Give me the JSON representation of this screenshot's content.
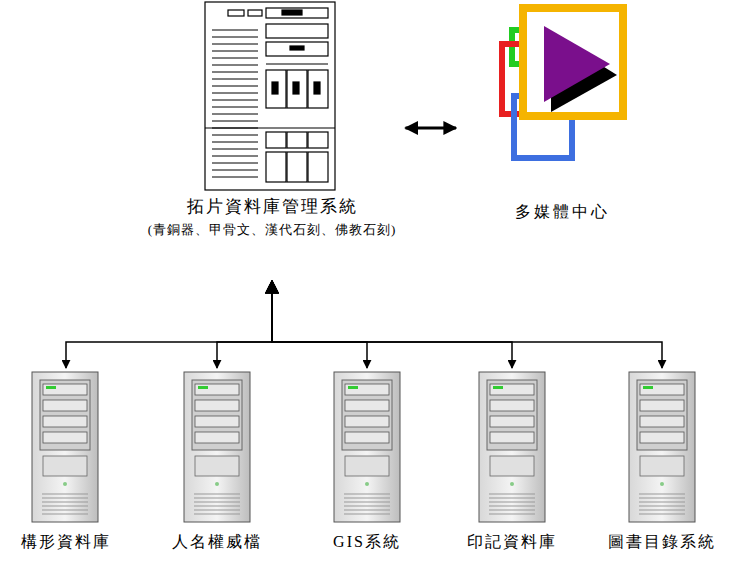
{
  "diagram": {
    "nodes": [
      {
        "text": [
          "拓片資料庫管理系統",
          "(青銅器、甲骨文、漢代石刻、佛教石刻)"
        ]
      },
      {
        "text": [
          "多媒體中心"
        ]
      },
      {
        "text": [
          "構形資料庫"
        ]
      },
      {
        "text": [
          "人名權威檔"
        ]
      },
      {
        "text": [
          "GIS系統"
        ]
      },
      {
        "text": [
          "印記資料庫"
        ]
      },
      {
        "text": [
          "圖書目錄系統"
        ]
      }
    ],
    "edges": [
      {
        "from": 0,
        "to": 1,
        "arrow": "both"
      },
      {
        "from": 0,
        "to": 2,
        "arrow": "both"
      },
      {
        "from": 0,
        "to": 3,
        "arrow": "both"
      },
      {
        "from": 0,
        "to": 4,
        "arrow": "both"
      },
      {
        "from": 0,
        "to": 5,
        "arrow": "both"
      },
      {
        "from": 0,
        "to": 6,
        "arrow": "both"
      }
    ]
  }
}
